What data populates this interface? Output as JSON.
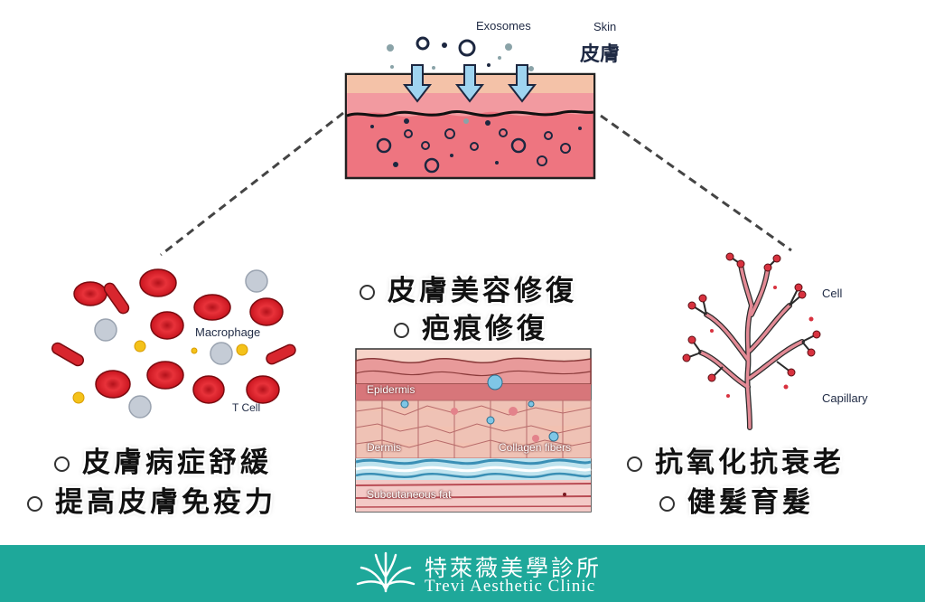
{
  "top": {
    "exosomes_label": "Exosomes",
    "skin_label": "Skin",
    "skin_zh": "皮膚"
  },
  "left": {
    "macrophage_label": "Macrophage",
    "tcell_label": "T Cell",
    "bullets": [
      "皮膚病症舒緩",
      "提高皮膚免疫力"
    ]
  },
  "center": {
    "bullets": [
      "皮膚美容修復",
      "疤痕修復"
    ],
    "layers": {
      "epidermis": "Epidermis",
      "dermis": "Dermis",
      "collagen": "Collagen fibers",
      "subcutaneous": "Subcutaneous fat"
    }
  },
  "right": {
    "cell_label": "Cell",
    "capillary_label": "Capillary",
    "bullets": [
      "抗氧化抗衰老",
      "健髮育髮"
    ]
  },
  "footer": {
    "brand_zh": "特萊薇美學診所",
    "brand_en": "Trevi Aesthetic Clinic",
    "color": "#1ea89a"
  }
}
